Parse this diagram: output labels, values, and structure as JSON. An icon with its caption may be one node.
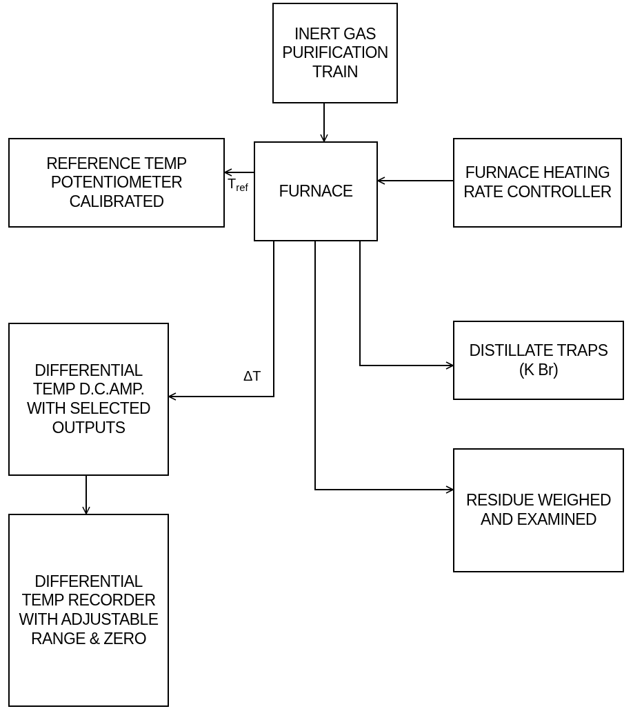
{
  "diagram": {
    "nodes": [
      {
        "text": [
          "INERT GAS PURIFICATION TRAIN"
        ]
      },
      {
        "text": [
          "FURNACE"
        ]
      },
      {
        "text": [
          "REFERENCE TEMP POTENTIOMETER CALIBRATED"
        ]
      },
      {
        "text": [
          "FURNACE HEATING RATE CONTROLLER"
        ]
      },
      {
        "text": [
          "DIFFERENTIAL TEMP D.C.AMP. WITH SELECTED OUTPUTS"
        ]
      },
      {
        "text": [
          "DISTILLATE TRAPS (K Br)"
        ]
      },
      {
        "text": [
          "DIFFERENTIAL TEMP RECORDER WITH ADJUSTABLE RANGE & ZERO"
        ]
      },
      {
        "text": [
          "RESIDUE WEIGHED AND EXAMINED"
        ]
      }
    ],
    "edges": [
      {
        "from": 0,
        "to": 1,
        "arrow": "to"
      },
      {
        "from": 3,
        "to": 1,
        "arrow": "to"
      },
      {
        "from": 1,
        "to": 2,
        "arrow": "to",
        "label": "T$_{ref}$"
      },
      {
        "from": 1,
        "to": 4,
        "arrow": "to",
        "label": "ΔT"
      },
      {
        "from": 1,
        "to": 5,
        "arrow": "to"
      },
      {
        "from": 1,
        "to": 7,
        "arrow": "to"
      },
      {
        "from": 4,
        "to": 6,
        "arrow": "to"
      }
    ]
  }
}
